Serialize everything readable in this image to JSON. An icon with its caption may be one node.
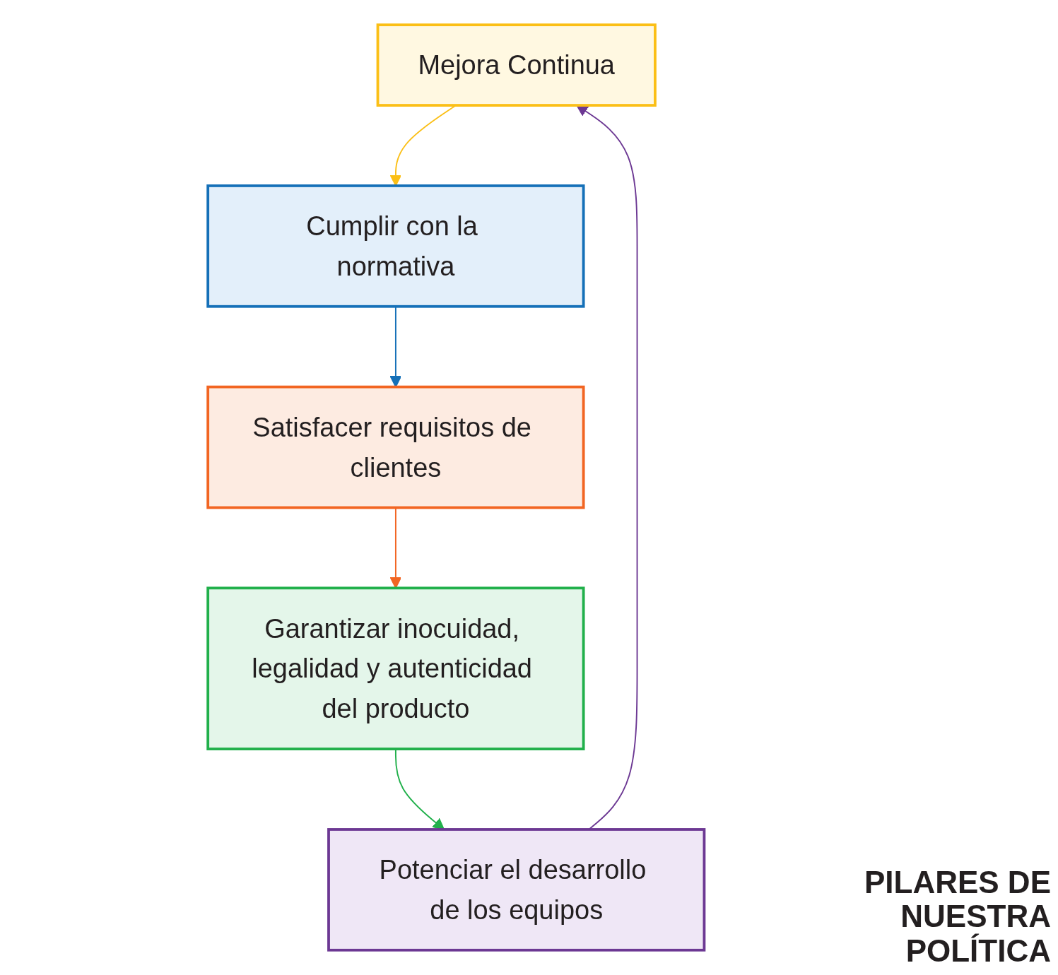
{
  "diagram": {
    "title": "PILARES DE NUESTRA POLÍTICA",
    "nodes": [
      {
        "text": [
          "Mejora Continua"
        ]
      },
      {
        "text": [
          "Cumplir con la normativa"
        ]
      },
      {
        "text": [
          "Satisfacer requisitos de clientes"
        ]
      },
      {
        "text": [
          "Garantizar inocuidad, legalidad y autenticidad del producto"
        ]
      },
      {
        "text": [
          "Potenciar el desarrollo de los equipos"
        ]
      }
    ],
    "edges": [
      {
        "from": 0,
        "to": 1,
        "arrow": "to",
        "color": "#fbbf16"
      },
      {
        "from": 1,
        "to": 2,
        "arrow": "to",
        "color": "#1570b8"
      },
      {
        "from": 2,
        "to": 3,
        "arrow": "to",
        "color": "#f26522"
      },
      {
        "from": 3,
        "to": 4,
        "arrow": "to",
        "color": "#21b04b"
      },
      {
        "from": 4,
        "to": 0,
        "arrow": "to",
        "color": "#6c3893"
      }
    ]
  }
}
